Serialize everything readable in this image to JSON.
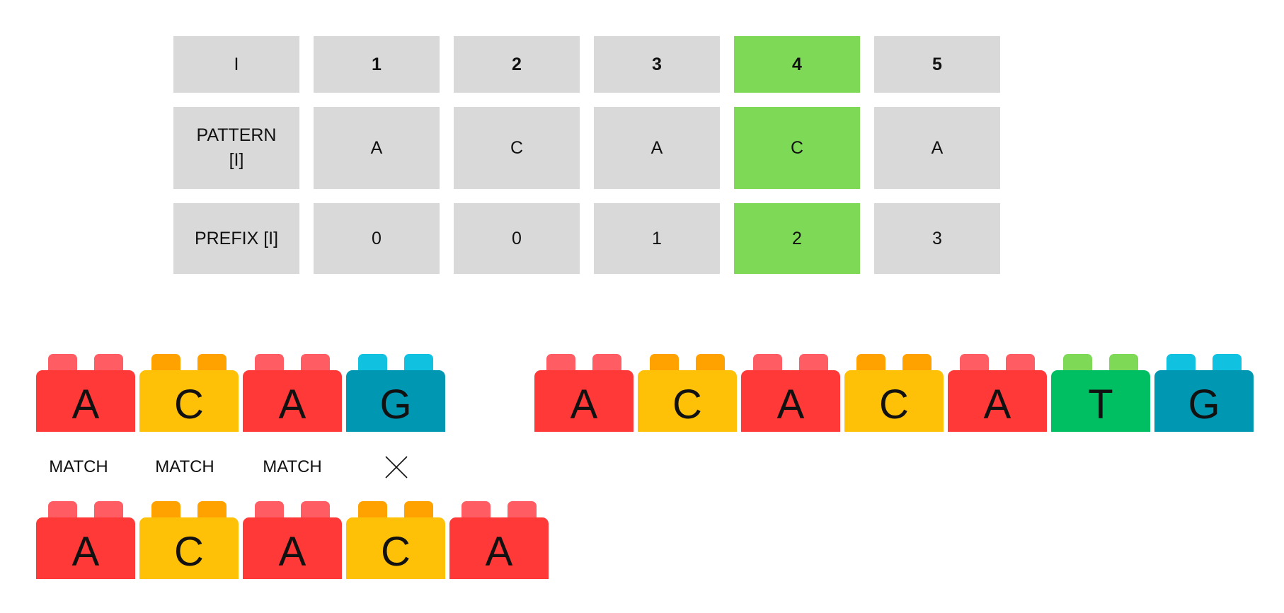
{
  "table": {
    "index_row": {
      "label": "I",
      "values": [
        "1",
        "2",
        "3",
        "4",
        "5"
      ]
    },
    "pattern_row": {
      "label": "PATTERN [I]",
      "values": [
        "A",
        "C",
        "A",
        "C",
        "A"
      ]
    },
    "prefix_row": {
      "label": "PREFIX [I]",
      "values": [
        "0",
        "0",
        "1",
        "2",
        "3"
      ]
    },
    "highlighted_column": "4"
  },
  "text_blocks": [
    {
      "letter": "A",
      "color": "red"
    },
    {
      "letter": "C",
      "color": "yellow"
    },
    {
      "letter": "A",
      "color": "red"
    },
    {
      "letter": "C",
      "color": "yellow"
    },
    {
      "letter": "A",
      "color": "red"
    },
    {
      "letter": "T",
      "color": "green"
    },
    {
      "letter": "G",
      "color": "blue"
    }
  ],
  "window_blocks": [
    {
      "letter": "A",
      "color": "red"
    },
    {
      "letter": "C",
      "color": "yellow"
    },
    {
      "letter": "A",
      "color": "red"
    },
    {
      "letter": "G",
      "color": "blue"
    }
  ],
  "comparisons": [
    {
      "label": "MATCH"
    },
    {
      "label": "MATCH"
    },
    {
      "label": "MATCH"
    },
    {
      "label": "",
      "icon": "cross-icon"
    }
  ],
  "pattern_blocks": [
    {
      "letter": "A",
      "color": "red"
    },
    {
      "letter": "C",
      "color": "yellow"
    },
    {
      "letter": "A",
      "color": "red"
    },
    {
      "letter": "C",
      "color": "yellow"
    },
    {
      "letter": "A",
      "color": "red"
    }
  ],
  "colors": {
    "cell_bg": "#d9d9d9",
    "highlight": "#7ed957",
    "red": "#ff3838",
    "yellow": "#ffc107",
    "blue": "#0097b2",
    "green": "#00bf63"
  }
}
